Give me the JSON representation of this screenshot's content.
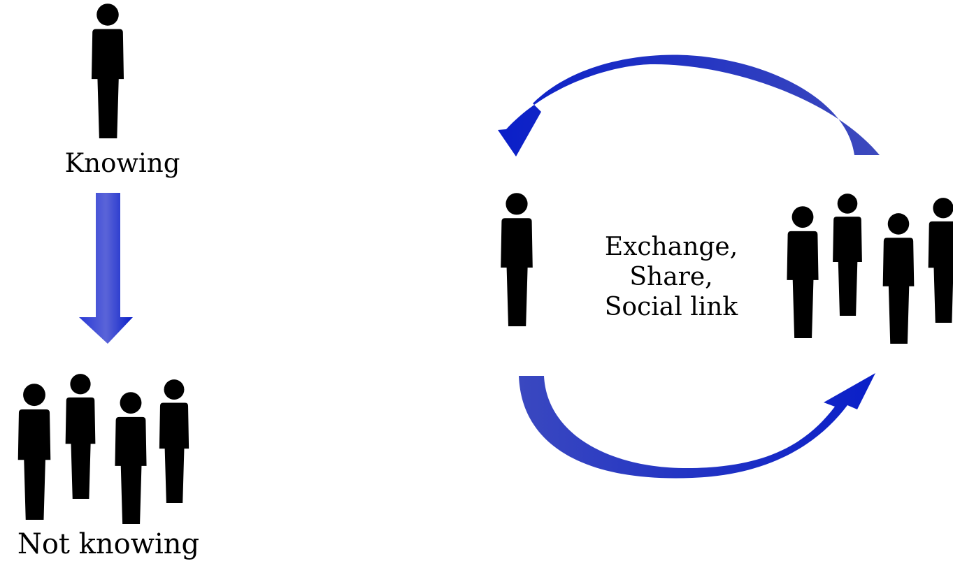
{
  "labels": {
    "knowing": "Knowing",
    "not_knowing": "Not knowing",
    "exchange": [
      "Exchange,",
      "Share,",
      "Social link"
    ]
  },
  "icons": {
    "person": "person-icon",
    "group": "people-group-icon",
    "down_arrow": "down-arrow-icon",
    "upper_curved_arrow": "curved-arrow-left-icon",
    "lower_curved_arrow": "curved-arrow-right-icon"
  },
  "colors": {
    "arrow_dark": "#0a1fc8",
    "arrow_light": "#5a64cf",
    "figure": "#000000"
  }
}
